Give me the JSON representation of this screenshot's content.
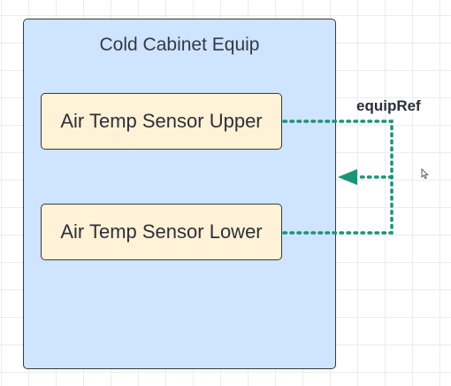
{
  "diagram": {
    "container": {
      "title": "Cold Cabinet Equip"
    },
    "nodes": [
      {
        "label": "Air Temp Sensor Upper"
      },
      {
        "label": "Air Temp Sensor Lower"
      }
    ],
    "edge": {
      "label": "equipRef",
      "style": "dotted",
      "color": "#1a9478"
    }
  },
  "icons": {
    "cursor": "mouse-pointer-icon"
  }
}
